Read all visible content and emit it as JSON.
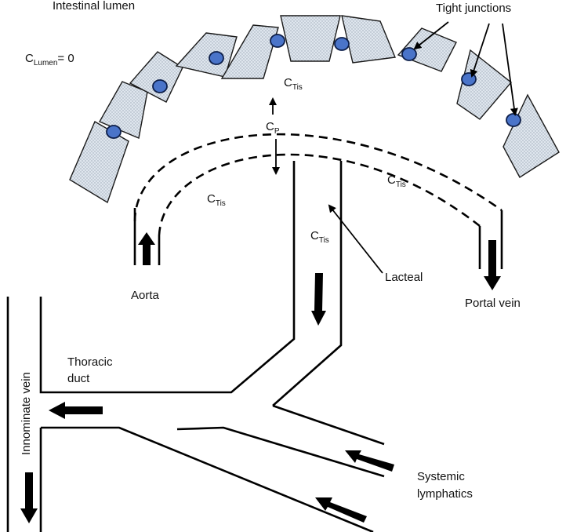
{
  "labels": {
    "intestinal_lumen": "Intestinal lumen",
    "tight_junctions": "Tight junctions",
    "c_lumen_base": "C",
    "c_lumen_sub": "Lumen",
    "c_lumen_value": "= 0",
    "c_tis_base": "C",
    "c_tis_sub": "Tis",
    "c_p_base": "C",
    "c_p_sub": "P",
    "aorta": "Aorta",
    "portal_vein": "Portal vein",
    "lacteal": "Lacteal",
    "thoracic_duct_line1": "Thoracic",
    "thoracic_duct_line2": "duct",
    "innominate_vein": "Innominate vein",
    "systemic_lymphatics_line1": "Systemic",
    "systemic_lymphatics_line2": "lymphatics"
  },
  "colors": {
    "cell_fill": "#dfe6ee",
    "cell_dots": "#9aa6b4",
    "tight_junction": "#4a74c9",
    "line": "#000000"
  }
}
